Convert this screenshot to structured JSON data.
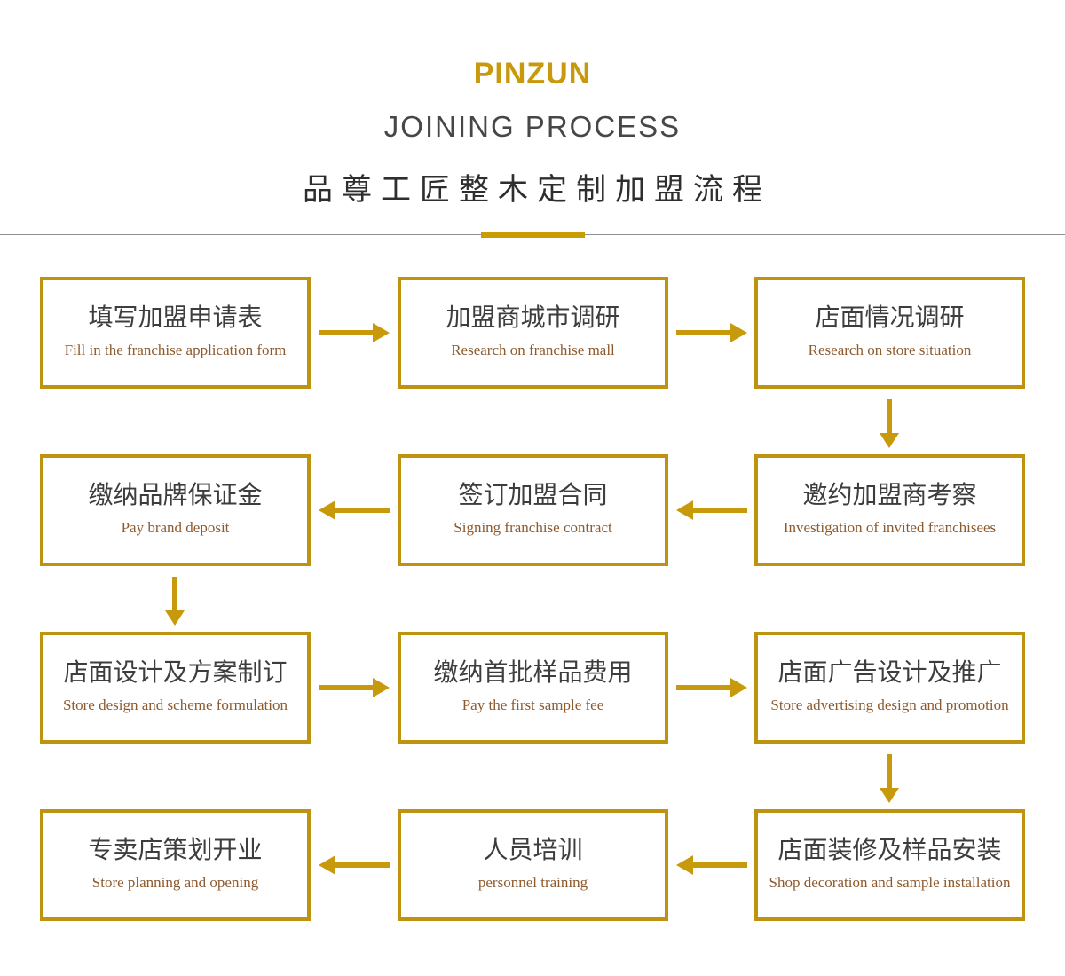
{
  "header": {
    "brand": "PINZUN",
    "title_en": "JOINING PROCESS",
    "title_zh": "品尊工匠整木定制加盟流程"
  },
  "colors": {
    "gold_accent": "#c8990b",
    "box_border_gold": "#bd9310",
    "divider_gold": "#c99c00",
    "divider_gray": "#909090",
    "box_title_gray": "#3d3d3d",
    "box_subtitle_brown": "#8d5a2e",
    "heading_dark": "#2e2e2e"
  },
  "flow": {
    "rows": [
      {
        "direction": "right",
        "boxes": [
          {
            "title": "填写加盟申请表",
            "subtitle": "Fill in the franchise application form"
          },
          {
            "title": "加盟商城市调研",
            "subtitle": "Research on franchise mall"
          },
          {
            "title": "店面情况调研",
            "subtitle": "Research on store situation"
          }
        ]
      },
      {
        "direction": "left",
        "boxes": [
          {
            "title": "缴纳品牌保证金",
            "subtitle": "Pay brand deposit"
          },
          {
            "title": "签订加盟合同",
            "subtitle": "Signing franchise contract"
          },
          {
            "title": "邀约加盟商考察",
            "subtitle": "Investigation of invited franchisees"
          }
        ]
      },
      {
        "direction": "right",
        "boxes": [
          {
            "title": "店面设计及方案制订",
            "subtitle": "Store design and scheme formulation"
          },
          {
            "title": "缴纳首批样品费用",
            "subtitle": "Pay the first sample fee"
          },
          {
            "title": "店面广告设计及推广",
            "subtitle": "Store advertising design and promotion"
          }
        ]
      },
      {
        "direction": "left",
        "boxes": [
          {
            "title": "专卖店策划开业",
            "subtitle": "Store planning and opening"
          },
          {
            "title": "人员培训",
            "subtitle": "personnel training"
          },
          {
            "title": "店面装修及样品安装",
            "subtitle": "Shop decoration and sample installation"
          }
        ]
      }
    ]
  }
}
